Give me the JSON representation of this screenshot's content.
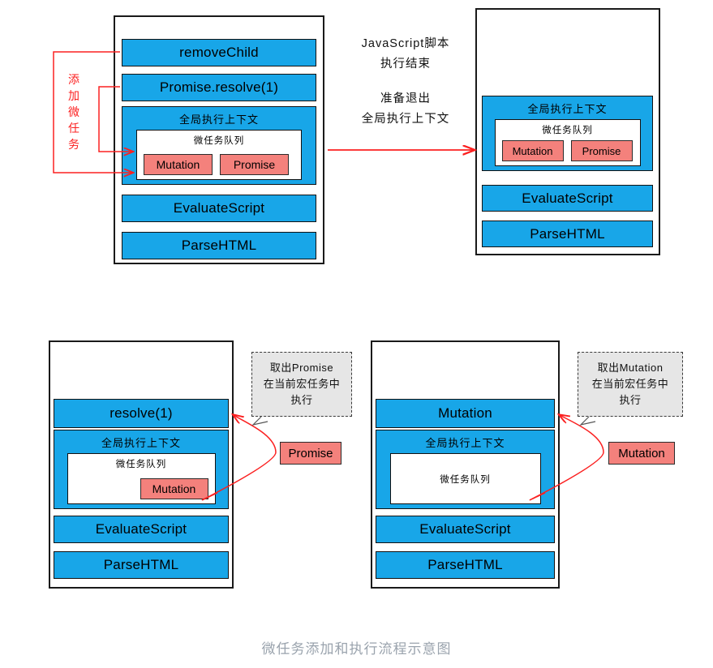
{
  "caption": "微任务添加和执行流程示意图",
  "colors": {
    "blue_bar": "#18a6e8",
    "red_task": "#f4817c",
    "arrow_red": "#fb2020",
    "callout_bg": "#e6e6e6",
    "caption_gray": "#9aa3ad",
    "outline": "#1a1a1a"
  },
  "labels": {
    "global_context": "全局执行上下文",
    "microtask_queue": "微任务队列",
    "evaluate_script": "EvaluateScript",
    "parse_html": "ParseHTML",
    "mutation": "Mutation",
    "promise": "Promise",
    "remove_child": "removeChild",
    "promise_resolve": "Promise.resolve(1)",
    "resolve_call": "resolve(1)"
  },
  "panel_top_left": {
    "name": "调用栈-添加微任务",
    "annotation_vertical": [
      "添",
      "加",
      "微",
      "任",
      "务"
    ],
    "bars": [
      {
        "label": "removeChild"
      },
      {
        "label": "Promise.resolve(1)"
      }
    ],
    "context": {
      "title": "全局执行上下文",
      "queue_title": "微任务队列",
      "tasks": [
        "Mutation",
        "Promise"
      ]
    },
    "lower_bars": [
      "EvaluateScript",
      "ParseHTML"
    ]
  },
  "transition_note": {
    "line1": "JavaScript脚本\n执行结束",
    "line2": "准备退出\n全局执行上下文"
  },
  "panel_top_right": {
    "name": "脚本执行结束后的调用栈",
    "context": {
      "title": "全局执行上下文",
      "queue_title": "微任务队列",
      "tasks": [
        "Mutation",
        "Promise"
      ]
    },
    "lower_bars": [
      "EvaluateScript",
      "ParseHTML"
    ]
  },
  "panel_bottom_left": {
    "name": "执行Promise微任务",
    "top_bar": "resolve(1)",
    "context": {
      "title": "全局执行上下文",
      "queue_title": "微任务队列",
      "tasks": [
        "Mutation"
      ]
    },
    "lower_bars": [
      "EvaluateScript",
      "ParseHTML"
    ],
    "chip": "Promise",
    "callout": [
      "取出Promise",
      "在当前宏任务中",
      "执行"
    ]
  },
  "panel_bottom_right": {
    "name": "执行Mutation微任务",
    "top_bar": "Mutation",
    "context": {
      "title": "全局执行上下文",
      "queue_title": "微任务队列",
      "tasks": []
    },
    "lower_bars": [
      "EvaluateScript",
      "ParseHTML"
    ],
    "chip": "Mutation",
    "callout": [
      "取出Mutation",
      "在当前宏任务中",
      "执行"
    ]
  }
}
